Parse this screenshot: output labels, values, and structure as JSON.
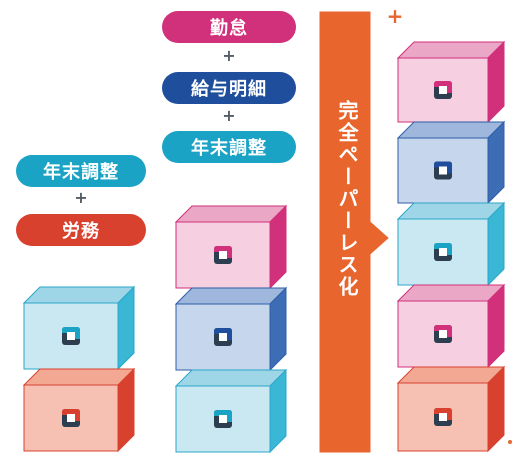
{
  "stack_left": {
    "labels": [
      "年末調整",
      "労務"
    ],
    "plus": "+"
  },
  "stack_middle": {
    "labels": [
      "勤怠",
      "給与明細",
      "年末調整"
    ],
    "plus": "+"
  },
  "arrow_label": "完全ペーパーレス化",
  "accent_plus": "+",
  "colors": {
    "orange": "#e8662e",
    "red_label": "#d9412f",
    "teal_label": "#1aa3c4",
    "pink_label": "#d1307a",
    "navy_label": "#1f4f9c",
    "plus_text": "#555e66"
  }
}
